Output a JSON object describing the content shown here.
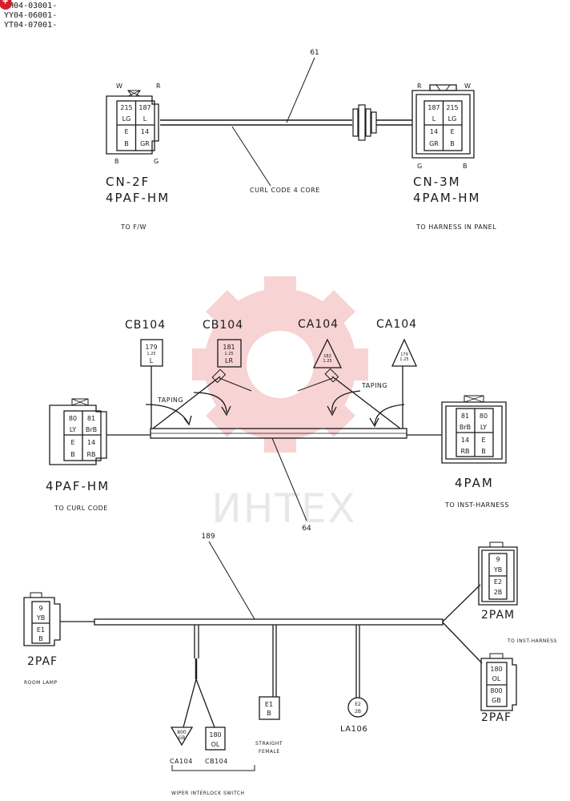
{
  "header": {
    "lines": [
      "YH04-03001-",
      "YY04-06001-",
      "YT04-07001-"
    ]
  },
  "watermark": {
    "text": "ИНТЕХ",
    "color": "#e23b3b"
  },
  "section1": {
    "callout": "61",
    "left": {
      "top_left": "W",
      "top_right": "R",
      "bottom_left": "B",
      "bottom_right": "G",
      "cells": [
        "215",
        "187",
        "LG",
        "L",
        "E",
        "14",
        "B",
        "GR"
      ],
      "name": "CN-2F",
      "type": "4PAF-HM",
      "dest": "TO F/W"
    },
    "cable_label": "CURL CODE 4 CORE",
    "right": {
      "top_left": "R",
      "top_right": "W",
      "bottom_left": "G",
      "bottom_right": "B",
      "cells": [
        "187",
        "215",
        "L",
        "LG",
        "14",
        "E",
        "GR",
        "B"
      ],
      "name": "CN-3M",
      "type": "4PAM-HM",
      "dest": "TO HARNESS IN PANEL"
    }
  },
  "section2": {
    "labels": [
      "CB104",
      "CB104",
      "CA104",
      "CA104"
    ],
    "box1": {
      "num": "179",
      "size": "1.25",
      "color": "L"
    },
    "box2": {
      "num": "181",
      "size": "1.25",
      "color": "LR"
    },
    "tri1": {
      "num": "182",
      "size": "1.25"
    },
    "tri2": {
      "num": "179",
      "size": "1.25"
    },
    "taping_left": "TAPING",
    "taping_right": "TAPING",
    "left": {
      "cells": [
        "80",
        "81",
        "LY",
        "BrB",
        "E",
        "14",
        "B",
        "RB"
      ],
      "type": "4PAF-HM",
      "dest": "TO CURL CODE"
    },
    "right": {
      "cells": [
        "81",
        "80",
        "BrB",
        "LY",
        "14",
        "E",
        "RB",
        "B"
      ],
      "type": "4PAM",
      "dest": "TO INST-HARNESS"
    },
    "callout": "64"
  },
  "section3": {
    "callout": "189",
    "left": {
      "cells": [
        "9",
        "YB",
        "E1",
        "B"
      ],
      "type": "2PAF",
      "dest": "ROOM LAMP"
    },
    "tri": {
      "num": "800",
      "color": "GB"
    },
    "box": {
      "num": "180",
      "color": "OL"
    },
    "switch_labels": [
      "CA104",
      "CB104"
    ],
    "switch_dest": "WIPER INTERLOCK SWITCH",
    "straight": {
      "cells": [
        "E1",
        "B"
      ],
      "label_line1": "STRAIGHT",
      "label_line2": "FEMALE"
    },
    "circle": {
      "cells": [
        "E2",
        "2B"
      ],
      "label": "LA106"
    },
    "right_top": {
      "cells": [
        "9",
        "YB",
        "E2",
        "2B"
      ],
      "type": "2PAM"
    },
    "right_dest": "TO INST-HARNESS",
    "right_bottom": {
      "cells": [
        "180",
        "OL",
        "800",
        "GB"
      ],
      "type": "2PAF"
    }
  }
}
